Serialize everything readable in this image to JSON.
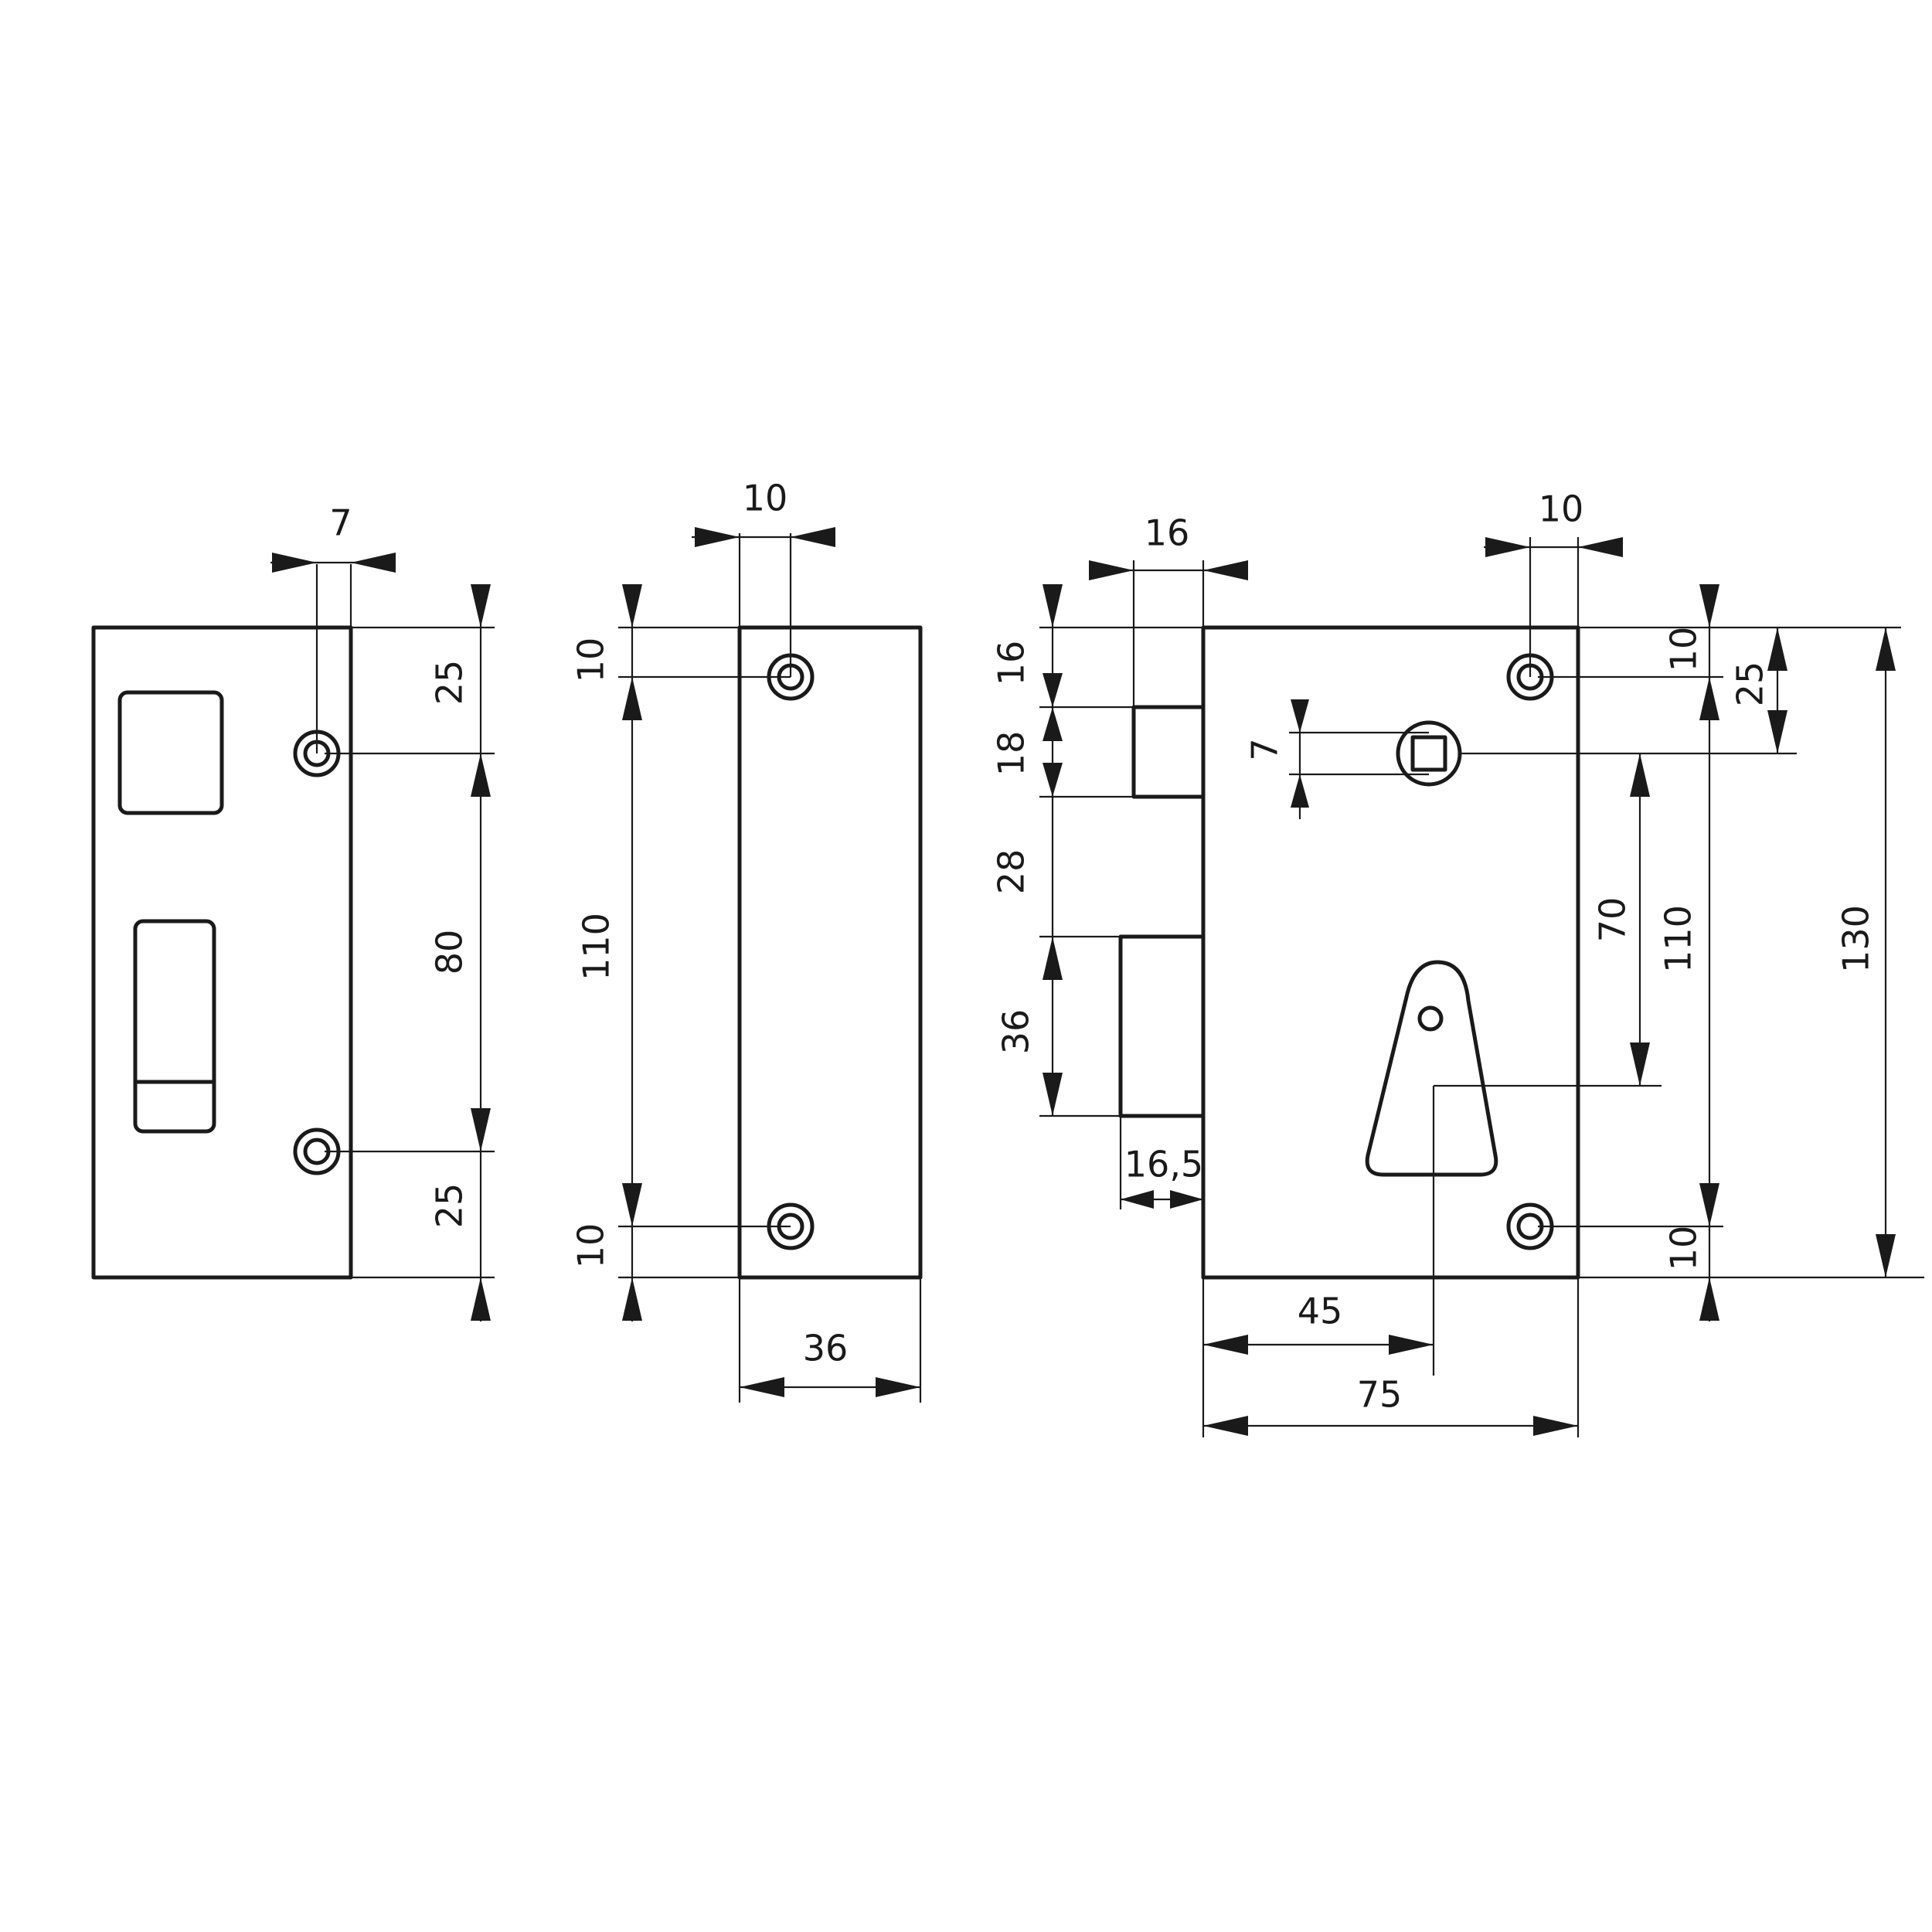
{
  "views": {
    "strike_plate": {
      "dims": {
        "hole_offset": "7",
        "top": "25",
        "center": "80",
        "bottom": "25"
      }
    },
    "edge_view": {
      "dims": {
        "hole_offset": "10",
        "top": "10",
        "center": "110",
        "bottom": "10",
        "width": "36"
      }
    },
    "lock_body": {
      "dims": {
        "bolt_depth": "16",
        "hole_offset": "10",
        "top_to_latch": "16",
        "latch_height": "18",
        "gap": "28",
        "bolt_height": "36",
        "bolt_projection": "16,5",
        "spindle_square": "7",
        "top_to_spindle": "25",
        "spindle_to_keyhole": "70",
        "hole_top": "10",
        "hole_spacing": "110",
        "hole_bottom": "10",
        "total_height": "130",
        "backset": "45",
        "total_width": "75"
      }
    }
  },
  "style": {
    "line_color": "#1a1a1a",
    "background": "#ffffff"
  }
}
